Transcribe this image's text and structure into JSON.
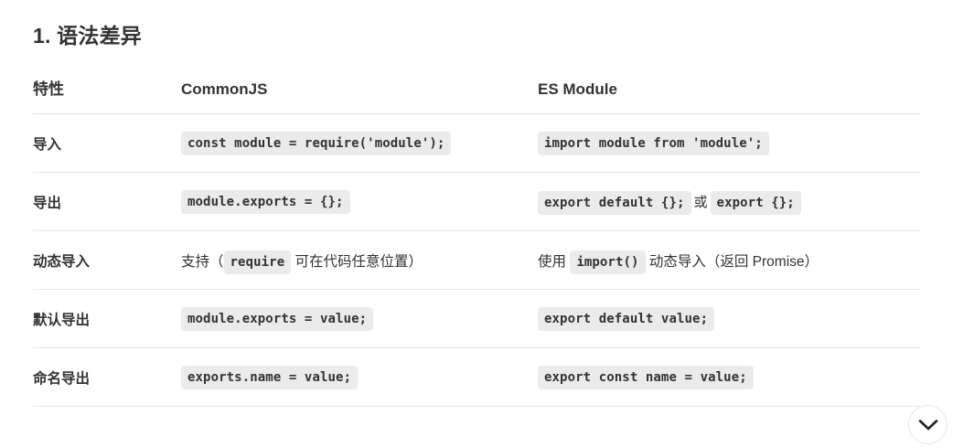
{
  "section": {
    "title": "1. 语法差异"
  },
  "table": {
    "headers": [
      "特性",
      "CommonJS",
      "ES Module"
    ],
    "rows": [
      {
        "feature": "导入",
        "commonjs": {
          "code": "const module = require('module');"
        },
        "esmodule": {
          "code": "import module from 'module';"
        }
      },
      {
        "feature": "导出",
        "commonjs": {
          "code": "module.exports = {};"
        },
        "esmodule": {
          "code": "export default {};",
          "separator": "或",
          "code2": "export {};"
        }
      },
      {
        "feature": "动态导入",
        "commonjs": {
          "prefix": "支持（",
          "code": "require",
          "suffix": " 可在代码任意位置）"
        },
        "esmodule": {
          "prefix": "使用 ",
          "code": "import()",
          "suffix": " 动态导入（返回 Promise）"
        }
      },
      {
        "feature": "默认导出",
        "commonjs": {
          "code": "module.exports = value;"
        },
        "esmodule": {
          "code": "export default value;"
        }
      },
      {
        "feature": "命名导出",
        "commonjs": {
          "code": "exports.name = value;"
        },
        "esmodule": {
          "code": "export const name = value;"
        }
      }
    ]
  },
  "controls": {
    "scroll_down_icon": "chevron-down-icon"
  },
  "colors": {
    "text": "#333333",
    "code_background": "#ebebeb",
    "divider": "#e6e6e6",
    "page_background": "#ffffff"
  }
}
